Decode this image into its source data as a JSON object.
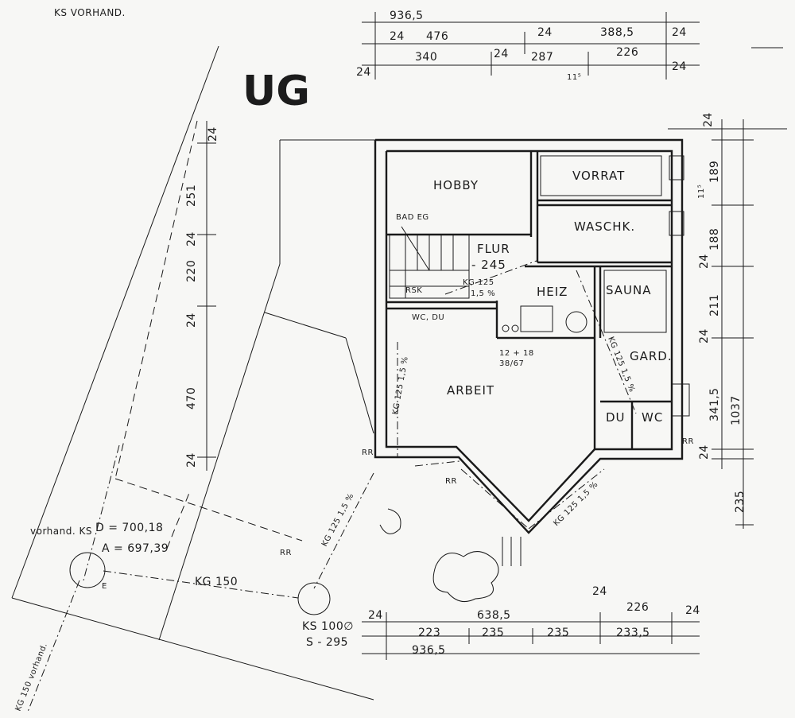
{
  "header": {
    "note": "KS VORHAND.",
    "level": "UG"
  },
  "rooms": {
    "hobby": "HOBBY",
    "vorrat": "VORRAT",
    "waschk": "WASCHK.",
    "badeg": "BAD EG",
    "flur": "FLUR",
    "flur_level": "- 245",
    "rsk": "RSK",
    "heiz": "HEIZ",
    "sauna": "SAUNA",
    "gard": "GARD.",
    "arbeit": "ARBEIT",
    "du": "DU",
    "wc": "WC",
    "wc_du": "WC, DU",
    "heiz_note_1": "12 + 18",
    "heiz_note_2": "38/67"
  },
  "dims_top": {
    "total": "936,5",
    "row2": [
      "24",
      "476",
      "24",
      "388,5",
      "24"
    ],
    "row3": [
      "24",
      "340",
      "24",
      "287",
      "11⁵",
      "226",
      "24"
    ]
  },
  "dims_bottom": {
    "row1": [
      "24",
      "638,5",
      "24",
      "226",
      "24"
    ],
    "row2": [
      "223",
      "235",
      "235",
      "233,5"
    ],
    "total": "936,5"
  },
  "dims_left": [
    "24",
    "251",
    "24",
    "220",
    "24",
    "470",
    "24"
  ],
  "dims_right": [
    "24",
    "11⁵",
    "189",
    "24",
    "188",
    "211",
    "24",
    "341,5",
    "1037",
    "24",
    "235"
  ],
  "pipes": {
    "kg125_flur": "KG 125",
    "slope_flur": "1,5 %",
    "kg125_left": "KG 125 1,5 %",
    "kg125_heiz": "KG 125 1,5 %",
    "kg125_bottom": "KG 125 1,5 %",
    "kg125_outside": "KG 125 1,5 %",
    "kg150": "KG 150",
    "kg150_vorhand": "KG 150 vorhand."
  },
  "manholes": {
    "existing_label": "vorhand. KS",
    "existing_d": "D = 700,18",
    "existing_a": "A = 697,39",
    "existing_e": "E",
    "new_label": "KS 100∅",
    "new_level": "S - 295"
  },
  "markers": {
    "rr": "RR"
  }
}
